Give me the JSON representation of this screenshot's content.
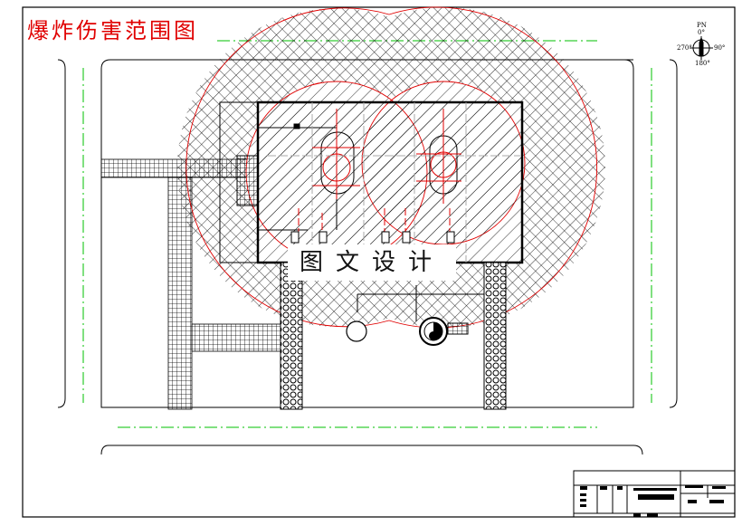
{
  "drawing": {
    "title": "爆炸伤害范围图",
    "watermark": "图文设计",
    "compass": {
      "north": "PN",
      "deg0": "0°",
      "deg90": "90°",
      "deg180": "180°",
      "deg270": "270°"
    },
    "colors": {
      "zone_boundary": "#e00000",
      "title": "#e00000",
      "axis_lines": "#00c000",
      "hatch": "#000000"
    }
  }
}
